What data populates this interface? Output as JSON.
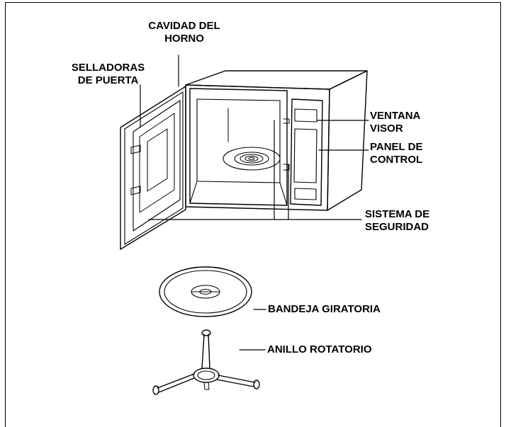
{
  "labels": {
    "oven_cavity": [
      "CAVIDAD DEL",
      "HORNO"
    ],
    "door_seals": [
      "SELLADORAS",
      "DE PUERTA"
    ],
    "viewing_window": [
      "VENTANA",
      "VISOR"
    ],
    "control_panel": [
      "PANEL DE",
      "CONTROL"
    ],
    "safety_system": [
      "SISTEMA DE",
      "SEGURIDAD"
    ],
    "turntable": "BANDEJA GIRATORIA",
    "roller_ring": "ANILLO ROTATORIO"
  }
}
